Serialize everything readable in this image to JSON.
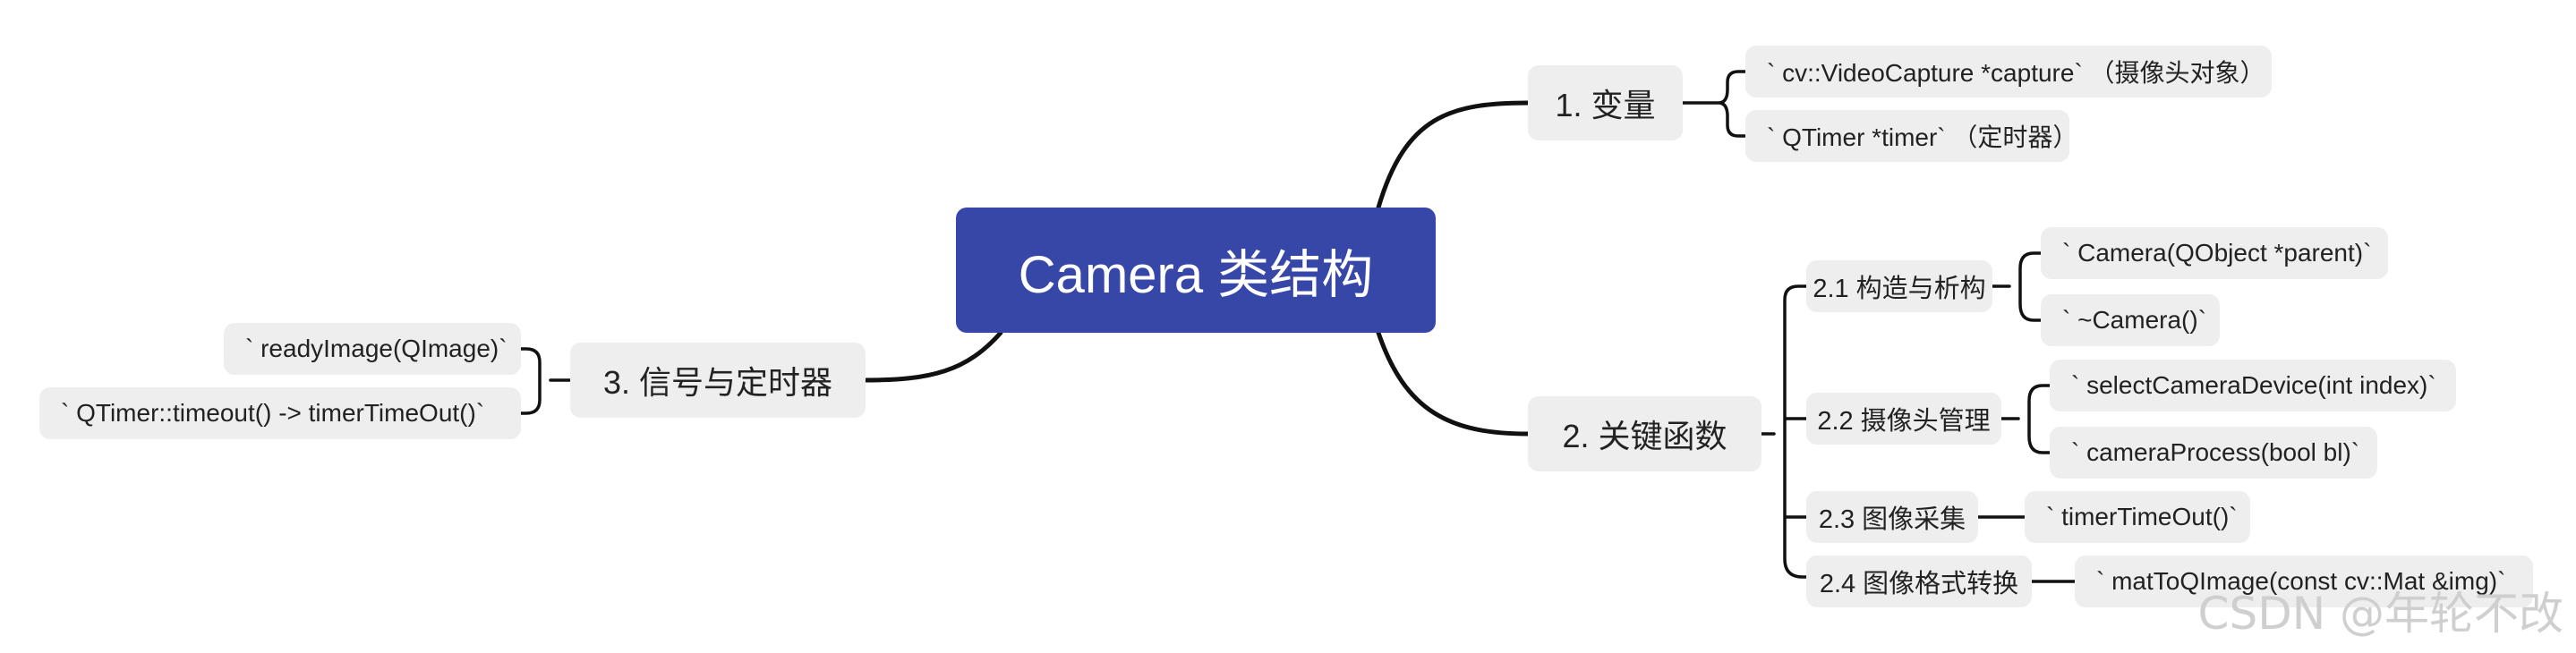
{
  "root": {
    "label": "Camera 类结构"
  },
  "branches": {
    "variables": {
      "label": "1. 变量",
      "items": [
        "` cv::VideoCapture *capture` （摄像头对象）",
        "` QTimer *timer` （定时器）"
      ]
    },
    "functions": {
      "label": "2. 关键函数",
      "groups": [
        {
          "label": "2.1 构造与析构",
          "items": [
            "` Camera(QObject *parent)`",
            "` ~Camera()`"
          ]
        },
        {
          "label": "2.2 摄像头管理",
          "items": [
            "` selectCameraDevice(int index)`",
            "` cameraProcess(bool bl)`"
          ]
        },
        {
          "label": "2.3 图像采集",
          "items": [
            "` timerTimeOut()`"
          ]
        },
        {
          "label": "2.4 图像格式转换",
          "items": [
            "` matToQImage(const cv::Mat &img)`"
          ]
        }
      ]
    },
    "signals": {
      "label": "3. 信号与定时器",
      "items": [
        "` readyImage(QImage)`",
        "` QTimer::timeout() -> timerTimeOut()`"
      ]
    }
  },
  "watermark": "CSDN @年轮不改",
  "colors": {
    "root_fill": "#3747a8",
    "node_fill": "#eeeeee",
    "line": "#111111",
    "text": "#222222"
  }
}
